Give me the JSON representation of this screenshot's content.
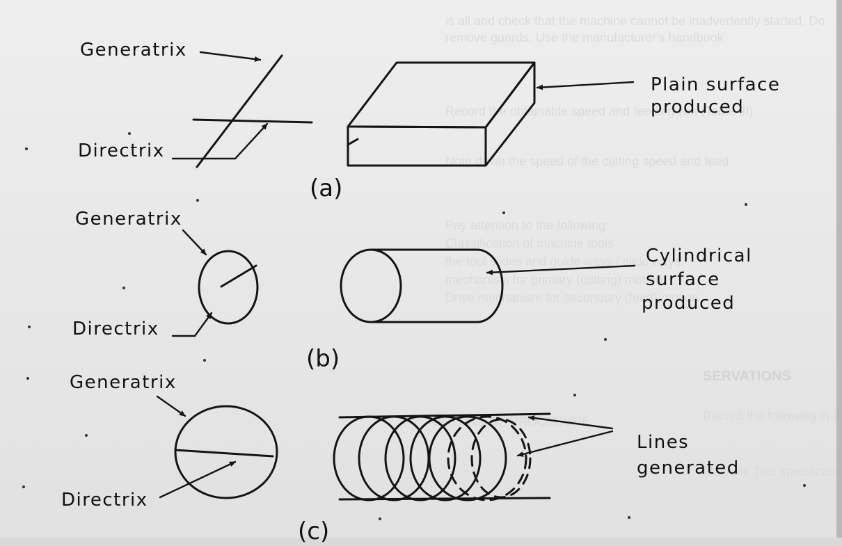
{
  "figure": {
    "panel_a": {
      "generatrix_label": "Generatrix",
      "directrix_label": "Directrix",
      "surface_label_line1": "Plain surface",
      "surface_label_line2": "produced",
      "caption": "(a)"
    },
    "panel_b": {
      "generatrix_label": "Generatrix",
      "directrix_label": "Directrix",
      "surface_label_line1": "Cylindrical",
      "surface_label_line2": "surface",
      "surface_label_line3": "produced",
      "caption": "(b)"
    },
    "panel_c": {
      "generatrix_label": "Generatrix",
      "directrix_label": "Directrix",
      "lines_label_line1": "Lines",
      "lines_label_line2": "generated",
      "caption": "(c)"
    }
  },
  "bleed_through": {
    "line1": "is all and check that the machine cannot be inadvertently started. Do",
    "line2": "remove guards. Use the manufacturer's handbook",
    "line3": "Record the obtainable speed and feeds given (Table III)",
    "line4": "Note down the speed of the cutting speed and feed",
    "line5": "Pay attention to the following:",
    "line6": "Classification of machine tools",
    "line7": "the tool slides and guide ways / slide ways",
    "line8": "mechanism for primary (cutting) motion",
    "line9": "Drive mechanism for secondary (feed) motion",
    "heading": "SERVATIONS",
    "line10": "Record the following in a tabular form",
    "line11": "Machine Tool specifications (Table)",
    "line12": "OUTLINE OF PROCEDURE"
  }
}
